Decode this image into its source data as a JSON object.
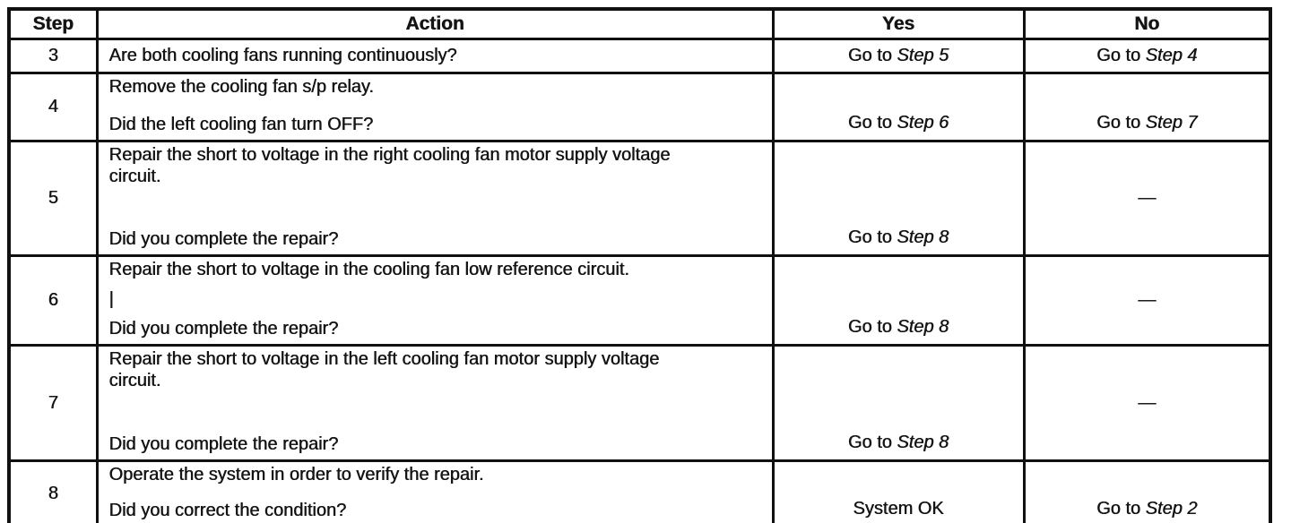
{
  "colors": {
    "border": "#101010",
    "text": "#141414",
    "background": "#ffffff"
  },
  "header": {
    "step": "Step",
    "action": "Action",
    "yes": "Yes",
    "no": "No"
  },
  "rows": [
    {
      "step": "3",
      "question": "Are both cooling fans running continuously?",
      "yes": {
        "text": "Go to",
        "step_ref": "Step 5"
      },
      "no": {
        "text": "Go to",
        "step_ref": "Step 4"
      }
    },
    {
      "step": "4",
      "statements": [
        "Remove the cooling fan s/p relay."
      ],
      "question": "Did the left cooling fan turn OFF?",
      "yes": {
        "text": "Go to",
        "step_ref": "Step 6"
      },
      "no": {
        "text": "Go to",
        "step_ref": "Step 7"
      }
    },
    {
      "step": "5",
      "statements": [
        "Repair the short to voltage in the right cooling fan motor supply voltage circuit."
      ],
      "question": "Did you complete the repair?",
      "yes": {
        "text": "Go to",
        "step_ref": "Step 8"
      },
      "no": {
        "dash": "—"
      }
    },
    {
      "step": "6",
      "statements": [
        "Repair the short to voltage in the cooling fan low reference circuit."
      ],
      "artifact": "|",
      "question": "Did you complete the repair?",
      "yes": {
        "text": "Go to",
        "step_ref": "Step 8"
      },
      "no": {
        "dash": "—"
      }
    },
    {
      "step": "7",
      "statements": [
        "Repair the short to voltage in the left cooling fan motor supply voltage circuit."
      ],
      "question": "Did you complete the repair?",
      "yes": {
        "text": "Go to",
        "step_ref": "Step 8"
      },
      "no": {
        "dash": "—"
      }
    },
    {
      "step": "8",
      "statements": [
        "Operate the system in order to verify the repair."
      ],
      "question": "Did you correct the condition?",
      "yes": {
        "text": "System OK"
      },
      "no": {
        "text": "Go to",
        "step_ref": "Step 2"
      }
    }
  ]
}
